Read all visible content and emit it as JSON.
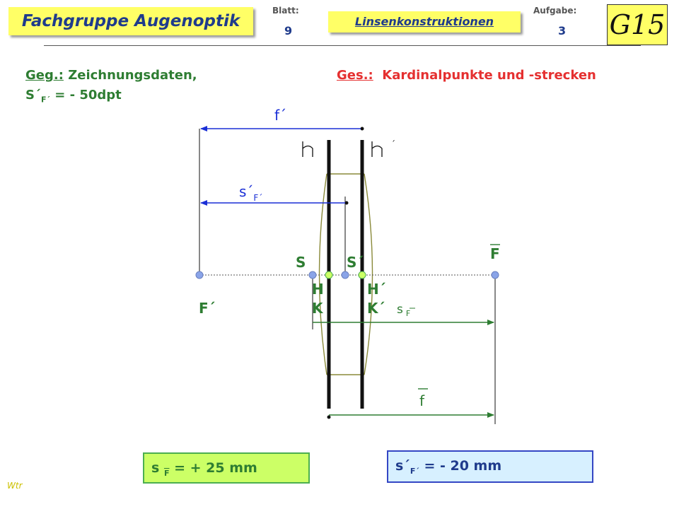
{
  "header": {
    "title": "Fachgruppe Augenoptik",
    "sheet_label": "Blatt:",
    "sheet_number": "9",
    "topic": "Linsenkonstruktionen",
    "task_label": "Aufgabe:",
    "task_number": "3",
    "logo": "G15"
  },
  "given": {
    "label": "Geg.:",
    "text": "Zeichnungsdaten,",
    "vertex_power_main": "S´",
    "vertex_power_sub": "F´",
    "vertex_power_value": "= - 50dpt"
  },
  "sought": {
    "label": "Ges.:",
    "text": "Kardinalpunkte und -strecken"
  },
  "diagram": {
    "f_prime": "f´",
    "s_prime_main": "s´",
    "s_prime_sub": "F´",
    "S": "S",
    "S_prime": "S´",
    "F": "F",
    "F_prime": "F´",
    "H": "H",
    "K": "K",
    "H_prime": "H´",
    "K_prime": "K´",
    "h_mark": "h",
    "h_prime_mark": "h",
    "s_F_main": "s",
    "s_F_sub": "F",
    "f": "f",
    "colors": {
      "green": "#2e7d32",
      "blue": "#1a2fd6",
      "red": "#e53030",
      "point": "#8aa4e8",
      "plane": "#111111",
      "lens": "#8a8a3a"
    }
  },
  "results": {
    "sF_main": "s",
    "sF_sub": "F",
    "sF_value": "= + 25 mm",
    "s2F_main": "s´",
    "s2F_sub": "F´",
    "s2F_value": "= - 20 mm"
  },
  "author": "Wtr"
}
